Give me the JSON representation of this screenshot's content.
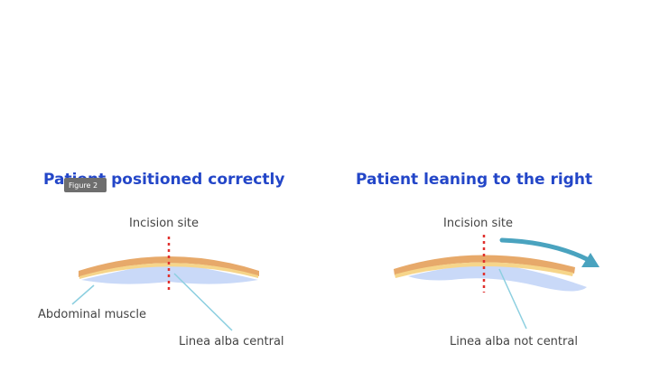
{
  "colors": {
    "title": "#2346c8",
    "label": "#444444",
    "skin_outer": "#e7a96a",
    "skin_inner": "#f6d58a",
    "muscle": "#c9d9f8",
    "incision": "#e0302d",
    "leader_line": "#8ccfe0",
    "arrow": "#4aa3bf",
    "tooltip_bg": "#6e6e6e"
  },
  "panels": [
    {
      "title": "Patient positioned correctly",
      "incision_label": "Incision site",
      "muscle_label": "Abdominal muscle",
      "linea_label": "Linea alba central",
      "tooltip": "Figure 2"
    },
    {
      "title": "Patient leaning to the right",
      "incision_label": "Incision site",
      "linea_label": "Linea alba not central",
      "direction_icon": "curved-arrow-right-icon"
    }
  ]
}
